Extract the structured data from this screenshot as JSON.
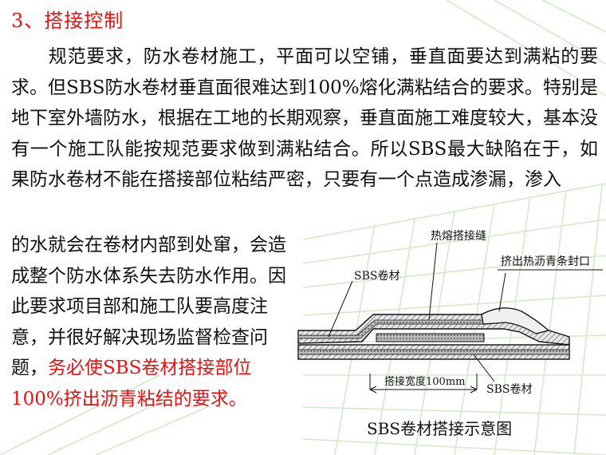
{
  "title": "3、搭接控制",
  "paragraph": "规范要求，防水卷材施工，平面可以空铺，垂直面要达到满粘的要求。但SBS防水卷材垂直面很难达到100%熔化满粘结合的要求。特别是地下室外墙防水，根据在工地的长期观察，垂直面施工难度较大，基本没有一个施工队能按规范要求做到满粘结合。所以SBS最大缺陷在于，如果防水卷材不能在搭接部位粘结严密，只要有一个点造成渗漏，渗入",
  "side_text_normal": "的水就会在卷材内部到处窜，会造成整个防水体系失去防水作用。因此要求项目部和施工队要高度注意，并很好解决现场监督检查问题，",
  "side_text_red": "务必使SBS卷材搭接部位100%挤出沥青粘结的要求。",
  "diagram": {
    "label_weld_seam": "热熔搭接缝",
    "label_asphalt_seal": "挤出热沥青条封口",
    "label_sbs_top": "SBS卷材",
    "label_sbs_bottom": "SBS卷材",
    "label_width": "搭接宽度100mm",
    "caption": "SBS卷材搭接示意图"
  },
  "colors": {
    "title_red": "#e11414",
    "grid_green": "#cfe8c4"
  }
}
